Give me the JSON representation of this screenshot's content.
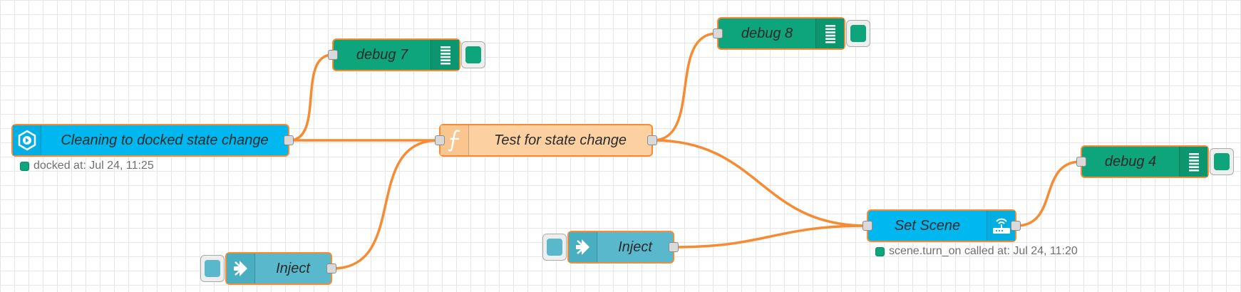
{
  "colors": {
    "wire": "#f68b32",
    "debug_node": "#0ea47c",
    "ha_node": "#00b8ef",
    "function_node": "#fdd0a2",
    "inject_node": "#59b8cb",
    "status_dot": "#0ea47c"
  },
  "nodes": {
    "cleaning": {
      "label": "Cleaning to docked state change",
      "icon": "ha-state-change-icon",
      "status": "docked at: Jul 24, 11:25"
    },
    "debug7": {
      "label": "debug 7",
      "icon": "debug-list-icon"
    },
    "test_fn": {
      "label": "Test for state change",
      "icon": "function-icon"
    },
    "debug8": {
      "label": "debug 8",
      "icon": "debug-list-icon"
    },
    "inject1": {
      "label": "Inject",
      "icon": "inject-arrow-icon"
    },
    "inject2": {
      "label": "Inject",
      "icon": "inject-arrow-icon"
    },
    "set_scene": {
      "label": "Set Scene",
      "icon": "router-icon",
      "status": "scene.turn_on called at: Jul 24, 11:20"
    },
    "debug4": {
      "label": "debug 4",
      "icon": "debug-list-icon"
    }
  }
}
